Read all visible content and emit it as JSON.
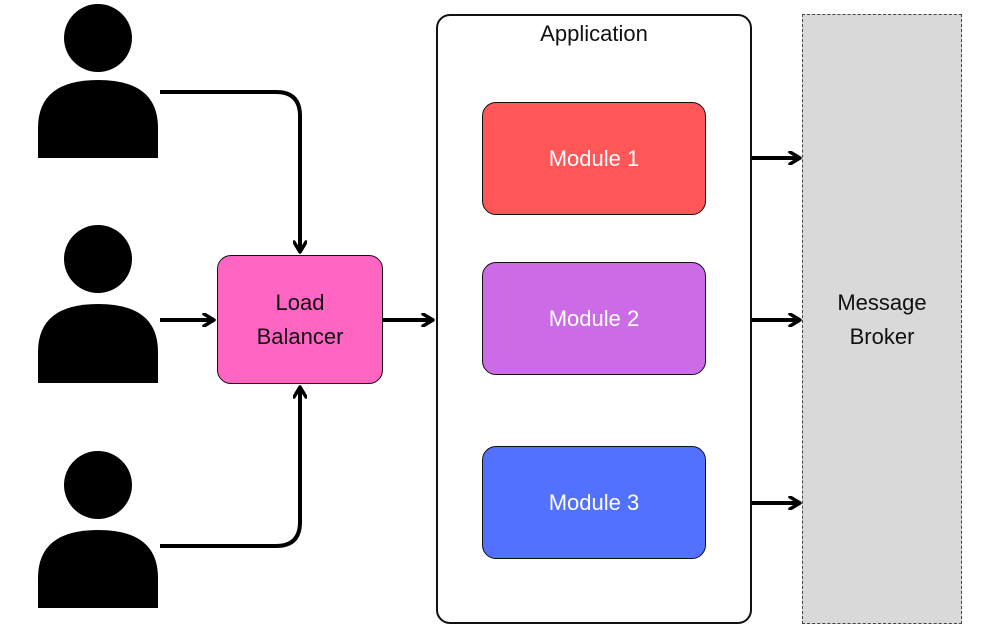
{
  "users": [
    {
      "id": "user-1"
    },
    {
      "id": "user-2"
    },
    {
      "id": "user-3"
    }
  ],
  "load_balancer": {
    "line1": "Load",
    "line2": "Balancer",
    "color": "#ff66c4"
  },
  "application": {
    "title": "Application",
    "color": "#ffffff"
  },
  "modules": [
    {
      "label": "Module 1",
      "color": "#ff5757"
    },
    {
      "label": "Module 2",
      "color": "#cb6ce6"
    },
    {
      "label": "Module 3",
      "color": "#5271ff"
    }
  ],
  "broker": {
    "line1": "Message",
    "line2": "Broker",
    "color": "#d9d9d9"
  },
  "icons": {
    "user": "person-icon",
    "arrow": "arrow-icon"
  }
}
